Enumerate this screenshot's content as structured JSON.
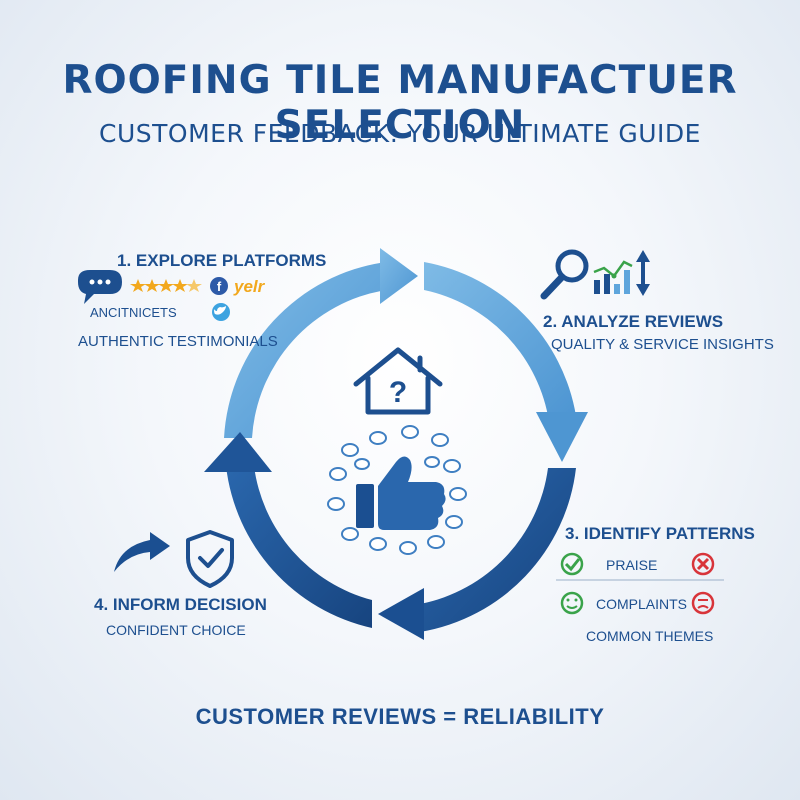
{
  "header": {
    "title": "ROOFING TILE MANUFACTUER SELECTION",
    "subtitle": "CUSTOMER FEEDBACK: YOUR ULTIMATE GUIDE"
  },
  "steps": [
    {
      "heading": "1. EXPLORE PLATFORMS",
      "subtext": "AUTHENTIC TESTIMONIALS",
      "extra_label": "ANCITNICETS",
      "brand_label": "yelr",
      "brand_f": "f",
      "icons": [
        "chat-bubble-icon",
        "stars-icon",
        "facebook-icon",
        "twitter-icon"
      ]
    },
    {
      "heading": "2. ANALYZE REVIEWS",
      "subtext": "QUALITY & SERVICE INSIGHTS",
      "icons": [
        "magnifier-icon",
        "bar-chart-icon",
        "updown-arrow-icon"
      ]
    },
    {
      "heading": "3. IDENTIFY PATTERNS",
      "subtext": "COMMON THEMES",
      "praise_label": "PRAISE",
      "complaints_label": "COMPLAINTS",
      "icons": [
        "check-icon",
        "x-icon",
        "smile-icon",
        "frown-icon"
      ]
    },
    {
      "heading": "4. INFORM DECISION",
      "subtext": "CONFIDENT CHOICE",
      "icons": [
        "curved-arrow-icon",
        "shield-check-icon"
      ]
    }
  ],
  "center": {
    "house_mark": "?",
    "icons": [
      "house-question-icon",
      "thumbs-up-icon",
      "speech-bubbles-icon"
    ]
  },
  "footer": "CUSTOMER REVIEWS = RELIABILITY",
  "colors": {
    "primary": "#1d4f8f",
    "light_arrow": "#5ea5dc",
    "dark_arrow": "#1b4f91",
    "green": "#3aa34a",
    "red": "#d8343a",
    "gold": "#f2a81d"
  }
}
